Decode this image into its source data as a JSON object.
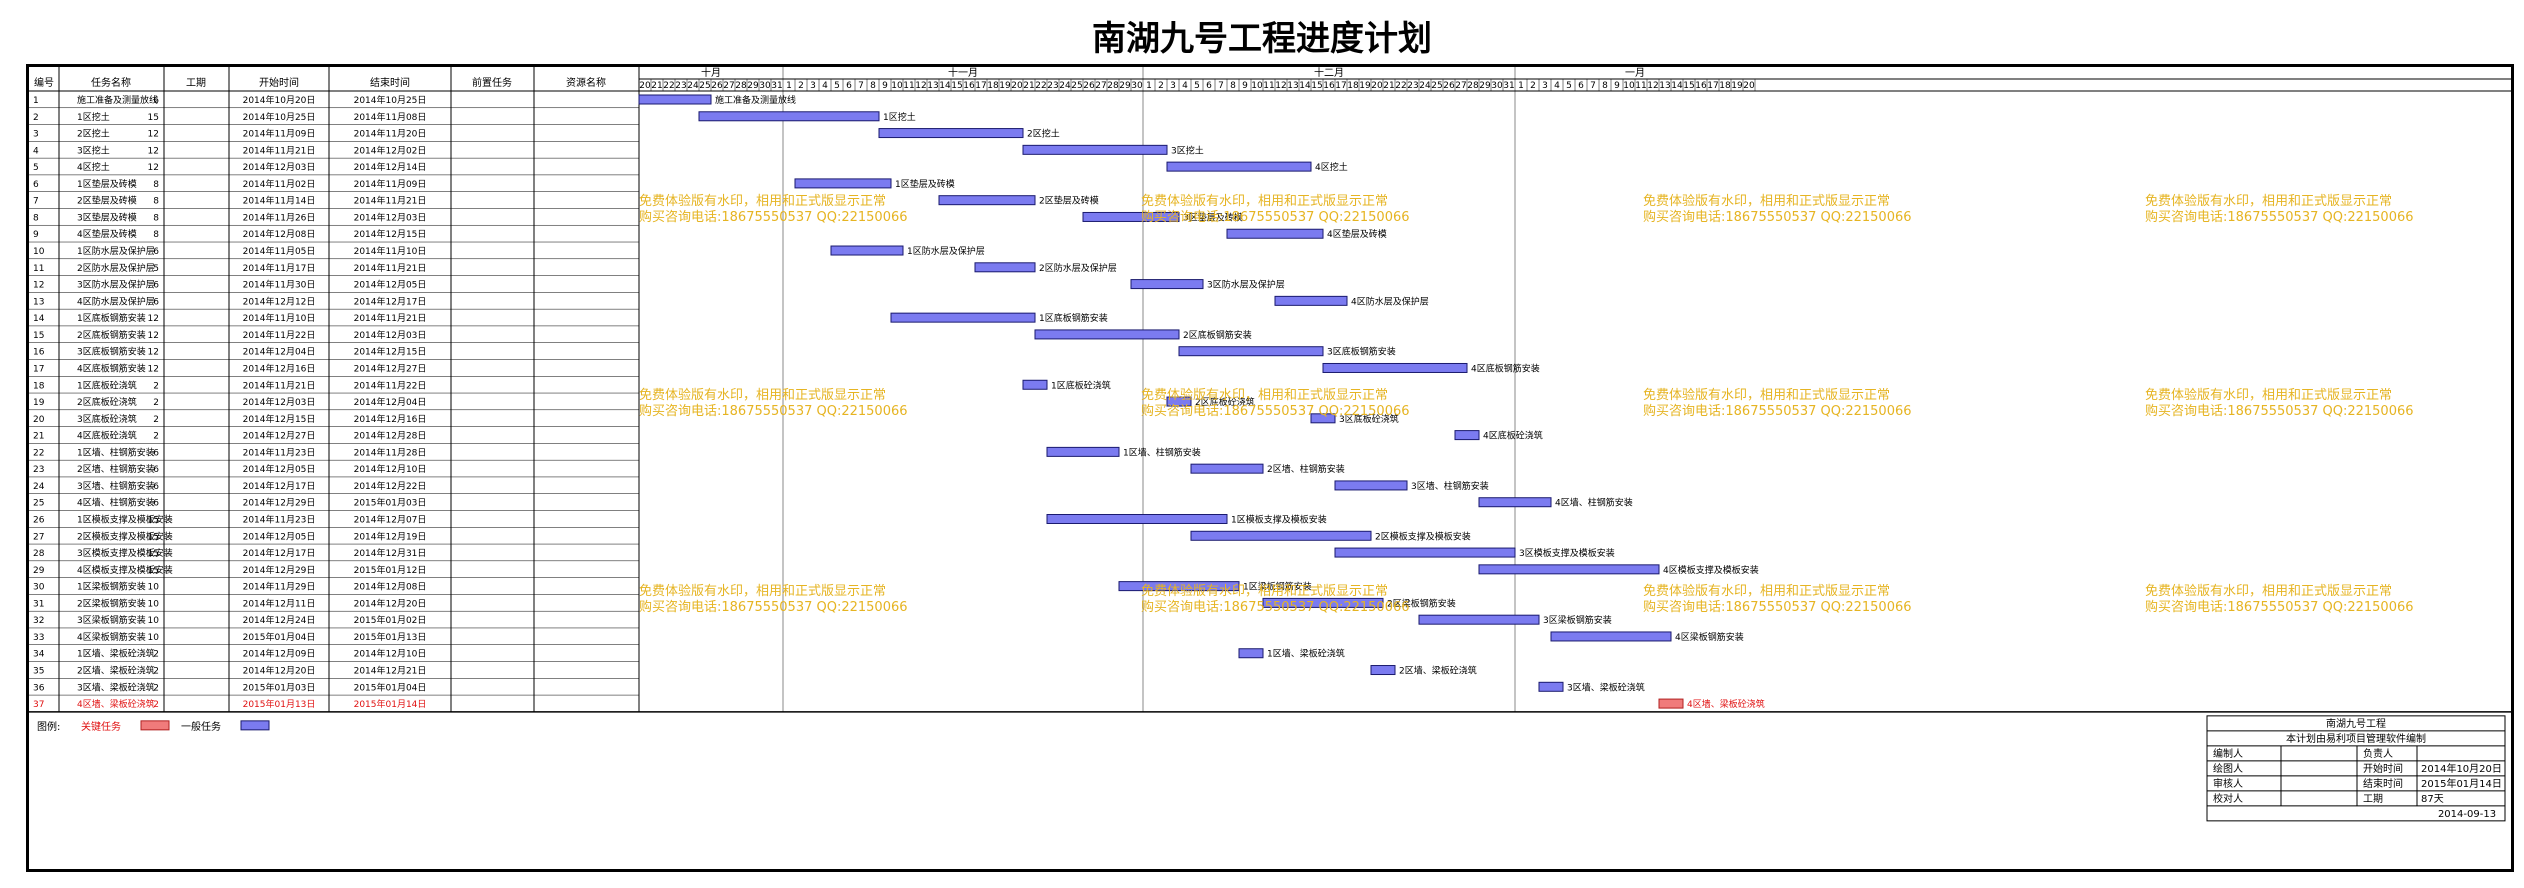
{
  "title": "南湖九号工程进度计划",
  "columns": [
    "编号",
    "任务名称",
    "工期",
    "开始时间",
    "结束时间",
    "前置任务",
    "资源名称"
  ],
  "months": [
    {
      "label": "十月",
      "days": [
        20,
        21,
        22,
        23,
        24,
        25,
        26,
        27,
        28,
        29,
        30,
        31
      ]
    },
    {
      "label": "十一月",
      "days": [
        1,
        2,
        3,
        4,
        5,
        6,
        7,
        8,
        9,
        10,
        11,
        12,
        13,
        14,
        15,
        16,
        17,
        18,
        19,
        20,
        21,
        22,
        23,
        24,
        25,
        26,
        27,
        28,
        29,
        30
      ]
    },
    {
      "label": "十二月",
      "days": [
        1,
        2,
        3,
        4,
        5,
        6,
        7,
        8,
        9,
        10,
        11,
        12,
        13,
        14,
        15,
        16,
        17,
        18,
        19,
        20,
        21,
        22,
        23,
        24,
        25,
        26,
        27,
        28,
        29,
        30,
        31
      ]
    },
    {
      "label": "一月",
      "days": [
        1,
        2,
        3,
        4,
        5,
        6,
        7,
        8,
        9,
        10,
        11,
        12,
        13,
        14,
        15,
        16,
        17,
        18,
        19,
        20
      ]
    }
  ],
  "chart_start": "2014-10-20",
  "tasks": [
    {
      "id": "1",
      "name": "施工准备及测量放线",
      "dur": "6",
      "start": "2014年10月20日",
      "end": "2014年10月25日",
      "label": "施工准备及测量放线",
      "crit": false
    },
    {
      "id": "2",
      "name": "1区挖土",
      "dur": "15",
      "start": "2014年10月25日",
      "end": "2014年11月08日",
      "label": "1区挖土",
      "crit": false
    },
    {
      "id": "3",
      "name": "2区挖土",
      "dur": "12",
      "start": "2014年11月09日",
      "end": "2014年11月20日",
      "label": "2区挖土",
      "crit": false
    },
    {
      "id": "4",
      "name": "3区挖土",
      "dur": "12",
      "start": "2014年11月21日",
      "end": "2014年12月02日",
      "label": "3区挖土",
      "crit": false
    },
    {
      "id": "5",
      "name": "4区挖土",
      "dur": "12",
      "start": "2014年12月03日",
      "end": "2014年12月14日",
      "label": "4区挖土",
      "crit": false
    },
    {
      "id": "6",
      "name": "1区垫层及砖模",
      "dur": "8",
      "start": "2014年11月02日",
      "end": "2014年11月09日",
      "label": "1区垫层及砖模",
      "crit": false
    },
    {
      "id": "7",
      "name": "2区垫层及砖模",
      "dur": "8",
      "start": "2014年11月14日",
      "end": "2014年11月21日",
      "label": "2区垫层及砖模",
      "crit": false
    },
    {
      "id": "8",
      "name": "3区垫层及砖模",
      "dur": "8",
      "start": "2014年11月26日",
      "end": "2014年12月03日",
      "label": "3区垫层及砖模",
      "crit": false
    },
    {
      "id": "9",
      "name": "4区垫层及砖模",
      "dur": "8",
      "start": "2014年12月08日",
      "end": "2014年12月15日",
      "label": "4区垫层及砖模",
      "crit": false
    },
    {
      "id": "10",
      "name": "1区防水层及保护层",
      "dur": "6",
      "start": "2014年11月05日",
      "end": "2014年11月10日",
      "label": "1区防水层及保护层",
      "crit": false
    },
    {
      "id": "11",
      "name": "2区防水层及保护层",
      "dur": "5",
      "start": "2014年11月17日",
      "end": "2014年11月21日",
      "label": "2区防水层及保护层",
      "crit": false
    },
    {
      "id": "12",
      "name": "3区防水层及保护层",
      "dur": "6",
      "start": "2014年11月30日",
      "end": "2014年12月05日",
      "label": "3区防水层及保护层",
      "crit": false
    },
    {
      "id": "13",
      "name": "4区防水层及保护层",
      "dur": "6",
      "start": "2014年12月12日",
      "end": "2014年12月17日",
      "label": "4区防水层及保护层",
      "crit": false
    },
    {
      "id": "14",
      "name": "1区底板钢筋安装",
      "dur": "12",
      "start": "2014年11月10日",
      "end": "2014年11月21日",
      "label": "1区底板钢筋安装",
      "crit": false
    },
    {
      "id": "15",
      "name": "2区底板钢筋安装",
      "dur": "12",
      "start": "2014年11月22日",
      "end": "2014年12月03日",
      "label": "2区底板钢筋安装",
      "crit": false
    },
    {
      "id": "16",
      "name": "3区底板钢筋安装",
      "dur": "12",
      "start": "2014年12月04日",
      "end": "2014年12月15日",
      "label": "3区底板钢筋安装",
      "crit": false
    },
    {
      "id": "17",
      "name": "4区底板钢筋安装",
      "dur": "12",
      "start": "2014年12月16日",
      "end": "2014年12月27日",
      "label": "4区底板钢筋安装",
      "crit": false
    },
    {
      "id": "18",
      "name": "1区底板砼浇筑",
      "dur": "2",
      "start": "2014年11月21日",
      "end": "2014年11月22日",
      "label": "1区底板砼浇筑",
      "crit": false
    },
    {
      "id": "19",
      "name": "2区底板砼浇筑",
      "dur": "2",
      "start": "2014年12月03日",
      "end": "2014年12月04日",
      "label": "2区底板砼浇筑",
      "crit": false
    },
    {
      "id": "20",
      "name": "3区底板砼浇筑",
      "dur": "2",
      "start": "2014年12月15日",
      "end": "2014年12月16日",
      "label": "3区底板砼浇筑",
      "crit": false
    },
    {
      "id": "21",
      "name": "4区底板砼浇筑",
      "dur": "2",
      "start": "2014年12月27日",
      "end": "2014年12月28日",
      "label": "4区底板砼浇筑",
      "crit": false
    },
    {
      "id": "22",
      "name": "1区墙、柱钢筋安装",
      "dur": "6",
      "start": "2014年11月23日",
      "end": "2014年11月28日",
      "label": "1区墙、柱钢筋安装",
      "crit": false
    },
    {
      "id": "23",
      "name": "2区墙、柱钢筋安装",
      "dur": "6",
      "start": "2014年12月05日",
      "end": "2014年12月10日",
      "label": "2区墙、柱钢筋安装",
      "crit": false
    },
    {
      "id": "24",
      "name": "3区墙、柱钢筋安装",
      "dur": "6",
      "start": "2014年12月17日",
      "end": "2014年12月22日",
      "label": "3区墙、柱钢筋安装",
      "crit": false
    },
    {
      "id": "25",
      "name": "4区墙、柱钢筋安装",
      "dur": "6",
      "start": "2014年12月29日",
      "end": "2015年01月03日",
      "label": "4区墙、柱钢筋安装",
      "crit": false
    },
    {
      "id": "26",
      "name": "1区模板支撑及模板安装",
      "dur": "15",
      "start": "2014年11月23日",
      "end": "2014年12月07日",
      "label": "1区模板支撑及模板安装",
      "crit": false
    },
    {
      "id": "27",
      "name": "2区模板支撑及模板安装",
      "dur": "15",
      "start": "2014年12月05日",
      "end": "2014年12月19日",
      "label": "2区模板支撑及模板安装",
      "crit": false
    },
    {
      "id": "28",
      "name": "3区模板支撑及模板安装",
      "dur": "15",
      "start": "2014年12月17日",
      "end": "2014年12月31日",
      "label": "3区模板支撑及模板安装",
      "crit": false
    },
    {
      "id": "29",
      "name": "4区模板支撑及模板安装",
      "dur": "15",
      "start": "2014年12月29日",
      "end": "2015年01月12日",
      "label": "4区模板支撑及模板安装",
      "crit": false
    },
    {
      "id": "30",
      "name": "1区梁板钢筋安装",
      "dur": "10",
      "start": "2014年11月29日",
      "end": "2014年12月08日",
      "label": "1区梁板钢筋安装",
      "crit": false
    },
    {
      "id": "31",
      "name": "2区梁板钢筋安装",
      "dur": "10",
      "start": "2014年12月11日",
      "end": "2014年12月20日",
      "label": "2区梁板钢筋安装",
      "crit": false
    },
    {
      "id": "32",
      "name": "3区梁板钢筋安装",
      "dur": "10",
      "start": "2014年12月24日",
      "end": "2015年01月02日",
      "label": "3区梁板钢筋安装",
      "crit": false
    },
    {
      "id": "33",
      "name": "4区梁板钢筋安装",
      "dur": "10",
      "start": "2015年01月04日",
      "end": "2015年01月13日",
      "label": "4区梁板钢筋安装",
      "crit": false
    },
    {
      "id": "34",
      "name": "1区墙、梁板砼浇筑",
      "dur": "2",
      "start": "2014年12月09日",
      "end": "2014年12月10日",
      "label": "1区墙、梁板砼浇筑",
      "crit": false
    },
    {
      "id": "35",
      "name": "2区墙、梁板砼浇筑",
      "dur": "2",
      "start": "2014年12月20日",
      "end": "2014年12月21日",
      "label": "2区墙、梁板砼浇筑",
      "crit": false
    },
    {
      "id": "36",
      "name": "3区墙、梁板砼浇筑",
      "dur": "2",
      "start": "2015年01月03日",
      "end": "2015年01月04日",
      "label": "3区墙、梁板砼浇筑",
      "crit": false
    },
    {
      "id": "37",
      "name": "4区墙、梁板砼浇筑",
      "dur": "2",
      "start": "2015年01月13日",
      "end": "2015年01月14日",
      "label": "4区墙、梁板砼浇筑",
      "crit": true
    }
  ],
  "watermark": {
    "line1": "免费体验版有水印，相用和正式版显示正常",
    "line2": "购买咨询电话:18675550537 QQ:22150066"
  },
  "legend": {
    "prefix": "图例:",
    "critical_label": "关键任务",
    "normal_label": "一般任务"
  },
  "colors": {
    "bar": "#7b7bf0",
    "bar_stroke": "#1a1a6e",
    "critical": "#f07b7b",
    "critical_stroke": "#b02020",
    "critical_text": "#e01010",
    "watermark": "#e6b422"
  },
  "info": {
    "project": "南湖九号工程",
    "note": "本计划由易利项目管理软件编制",
    "rows": [
      [
        "编制人",
        "",
        "负责人",
        ""
      ],
      [
        "绘图人",
        "",
        "开始时间",
        "2014年10月20日"
      ],
      [
        "审核人",
        "",
        "结束时间",
        "2015年01月14日"
      ],
      [
        "校对人",
        "",
        "工期",
        "87天"
      ]
    ],
    "date": "2014-09-13"
  }
}
